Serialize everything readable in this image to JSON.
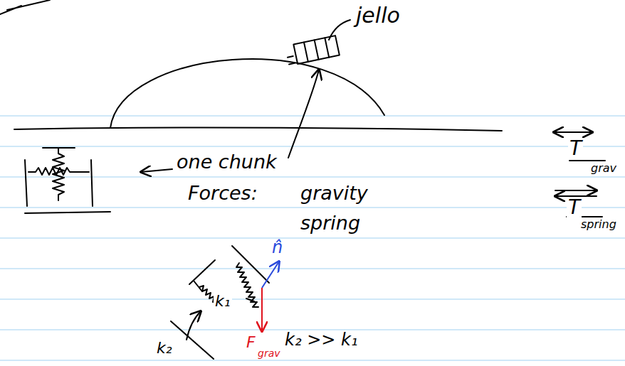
{
  "diagram": {
    "labels": [
      "jello",
      "one chunk",
      "Forces:",
      "gravity",
      "spring",
      "T",
      "grav",
      "T",
      "spring",
      "n̂",
      "k₁",
      "F",
      "grav",
      "k₂ >> k₁",
      "k₂"
    ]
  }
}
